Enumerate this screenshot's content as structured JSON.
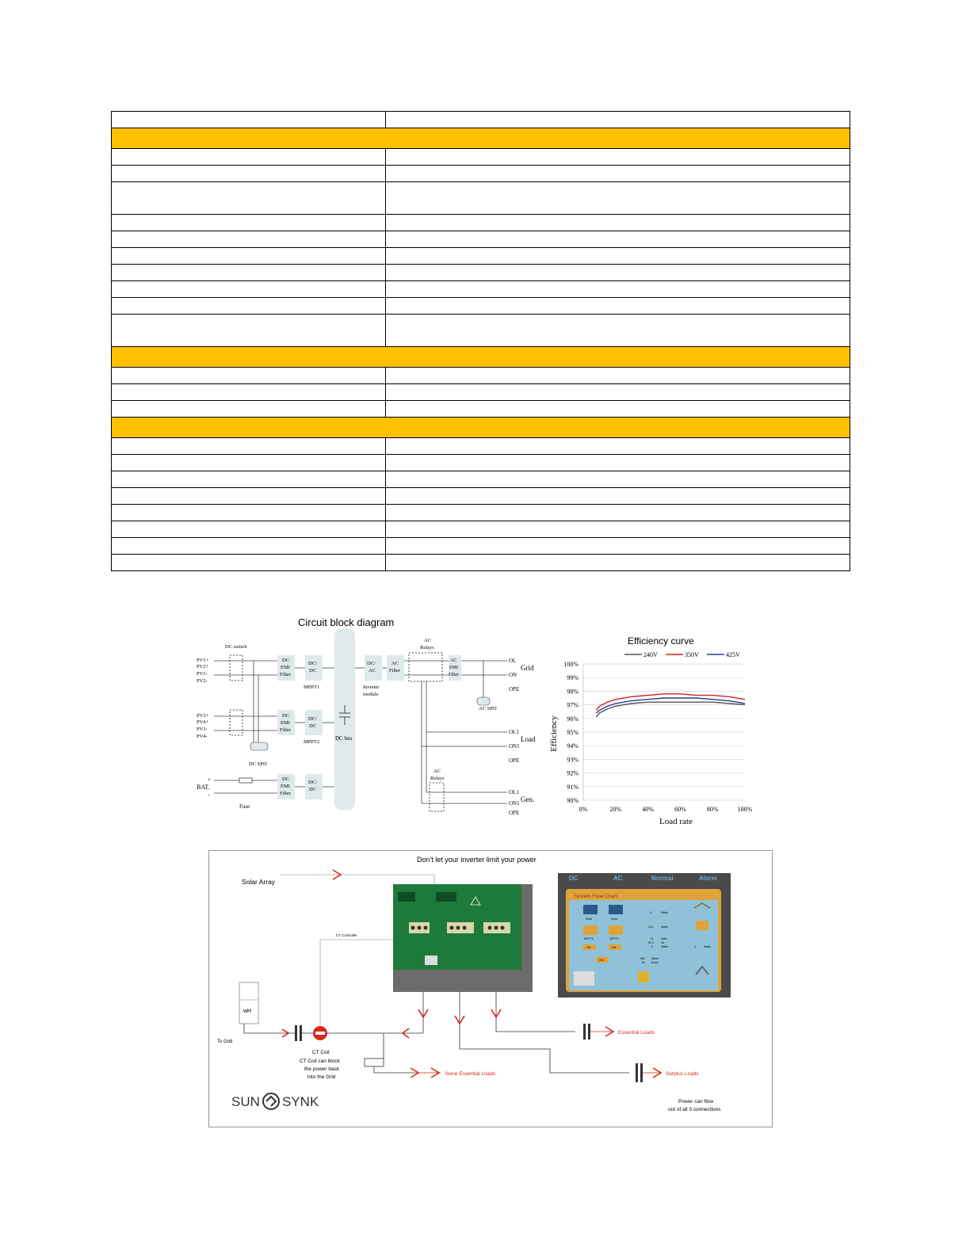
{
  "spec_table": {
    "row_count": 25,
    "section_rows": [
      1,
      12,
      16
    ],
    "tall_rows": [
      4,
      11
    ]
  },
  "circuit": {
    "title": "Circuit block diagram",
    "labels": {
      "dc_switch": "DC switch",
      "pv1p": "PV1+",
      "pv2p": "PV2+",
      "pv1m": "PV1-",
      "pv2m": "PV2-",
      "pv3p": "PV3+",
      "pv4p": "PV4+",
      "pv3m": "PV3-",
      "pv4m": "PV4-",
      "dc_emi_1": "DC",
      "dc_emi_2": "EMI",
      "dc_emi_3": "Filter",
      "dcdc_1": "DC/",
      "dcdc_2": "DC",
      "mppt1": "MPPT1",
      "mppt2": "MPPT2",
      "dc_bus": "DC bus",
      "dcac_1": "DC/",
      "dcac_2": "AC",
      "inverter_module_1": "Inverter",
      "inverter_module_2": "module",
      "ac_filter_1": "AC",
      "ac_filter_2": "Filter",
      "ac_relays_1": "AC",
      "ac_relays_2": "Relays",
      "ac_emi_1": "AC",
      "ac_emi_2": "EMI",
      "ac_emi_3": "Filter",
      "grid": "Grid",
      "load": "Load",
      "gen": "Gen.",
      "ol": "OL",
      "on": "ON",
      "ope": "OPE",
      "ol1": "OL1",
      "on1": "ON1",
      "ac_spd": "AC SPD",
      "dc_spd": "DC SPD",
      "bat": "BAT.",
      "plus": "+",
      "minus": "-",
      "fuse": "Fuse"
    }
  },
  "efficiency": {
    "chart_data": {
      "type": "line",
      "title": "Efficiency curve",
      "xlabel": "Load rate",
      "ylabel": "Efficiency",
      "x_ticks": [
        "0%",
        "20%",
        "40%",
        "60%",
        "80%",
        "100%"
      ],
      "y_ticks": [
        "90%",
        "91%",
        "92%",
        "93%",
        "94%",
        "95%",
        "96%",
        "97%",
        "98%",
        "99%",
        "100%"
      ],
      "xlim": [
        0,
        100
      ],
      "ylim": [
        90,
        100
      ],
      "x": [
        8,
        10,
        15,
        20,
        30,
        40,
        50,
        60,
        70,
        80,
        90,
        100
      ],
      "series": [
        {
          "name": "240V",
          "color": "#555555",
          "values": [
            96.1,
            96.4,
            96.7,
            96.9,
            97.1,
            97.2,
            97.2,
            97.2,
            97.2,
            97.2,
            97.1,
            97.0
          ]
        },
        {
          "name": "350V",
          "color": "#cc2222",
          "values": [
            96.6,
            96.9,
            97.2,
            97.4,
            97.6,
            97.7,
            97.8,
            97.8,
            97.7,
            97.7,
            97.6,
            97.4
          ]
        },
        {
          "name": "425V",
          "color": "#2a3b8f",
          "values": [
            96.4,
            96.6,
            96.9,
            97.1,
            97.3,
            97.4,
            97.5,
            97.5,
            97.5,
            97.4,
            97.3,
            97.1
          ]
        }
      ],
      "grid": true,
      "legend": "top"
    }
  },
  "flow": {
    "title": "Don't let your inverter limit your power",
    "solar_array": "Solar Array",
    "ct_controller": "CT Controller",
    "wh": "wH",
    "to_grid": "To Grid",
    "ct_coil": "CT Coil",
    "ct_note_1": "CT Coil can block",
    "ct_note_2": "the power back",
    "ct_note_3": "into the Grid",
    "essential": "Essential Loads",
    "non_essential": "None Essential Loads",
    "surplus": "Surplus Loads",
    "power_note_1": "Power can flow",
    "power_note_2": "out of all 3 connections",
    "logo_sun": "SUN",
    "logo_synk": "SYNK",
    "screen": {
      "dc": "DC",
      "ac": "AC",
      "normal": "Normal",
      "alarm": "Alarm",
      "system_flow": "System Flow Chart",
      "solar": "Solar",
      "mppt1": "MPPT1",
      "mppt2": "MPPT2",
      "watts": "Watts",
      "volts": "Volts",
      "hz": "Hz",
      "amps": "Amps",
      "zero": "0",
      "w0": "0W",
      "v244": "244",
      "v13": "13",
      "v500": "50.0",
      "v654": "654",
      "v52": "52"
    },
    "colors": {
      "arrow": "#d42a1a",
      "board": "#1d7a3a",
      "screen_bezel": "#4a4a4a",
      "screen_bg": "#8fc2d8"
    }
  }
}
